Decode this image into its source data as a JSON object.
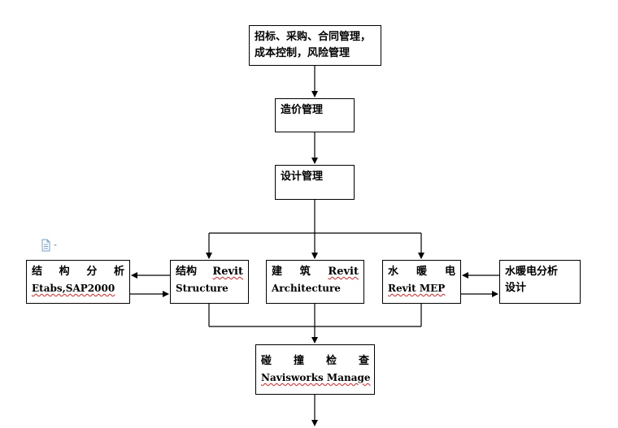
{
  "nodes": {
    "procurement": {
      "line1": "招标、采购、合同管理，",
      "line2": "成本控制，风险管理"
    },
    "cost": {
      "label": "造价管理"
    },
    "design": {
      "label": "设计管理"
    },
    "structural_analysis": {
      "line1": [
        "结",
        "构",
        "分",
        "析"
      ],
      "line2": "Etabs,SAP2000"
    },
    "revit_structure": {
      "line1_cn": "结构",
      "line1_en": "Revit",
      "line2": "Structure"
    },
    "revit_architecture": {
      "line1_cn": [
        "建",
        "筑"
      ],
      "line1_en": "Revit",
      "line2": "Architecture"
    },
    "revit_mep": {
      "line1": [
        "水",
        "暖",
        "电"
      ],
      "line2": "Revit MEP"
    },
    "mep_analysis": {
      "line1": "水暖电分析",
      "line2": "设计"
    },
    "clash_check": {
      "line1": [
        "碰",
        "撞",
        "检",
        "查"
      ],
      "line2": "Navisworks Manage"
    }
  },
  "colors": {
    "stroke": "#000000",
    "spellcheck": "#d22222",
    "icon": "#7a9cc6"
  },
  "icons": {
    "paste_options": "document-icon"
  }
}
